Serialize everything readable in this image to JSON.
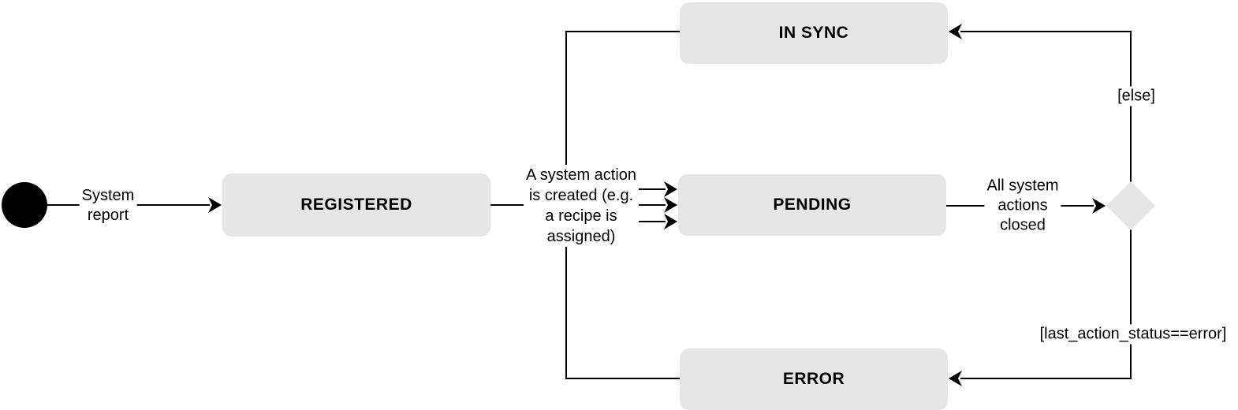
{
  "diagram": {
    "kind": "uml-state-machine",
    "colors": {
      "node_fill": "#e6e6e6",
      "line": "#000000",
      "text": "#000000",
      "background": "#ffffff",
      "label_background": "#ffffff"
    },
    "nodes": {
      "initial": {
        "type": "initial-state"
      },
      "registered": {
        "label": "REGISTERED"
      },
      "in_sync": {
        "label": "IN SYNC"
      },
      "pending": {
        "label": "PENDING"
      },
      "error": {
        "label": "ERROR"
      },
      "choice": {
        "type": "choice-diamond"
      }
    },
    "edge_labels": {
      "system_report": "System\nreport",
      "action_created": "A system action\nis created (e.g.\na recipe is\nassigned)",
      "actions_closed": "All system\nactions\nclosed",
      "else_guard": "[else]",
      "error_guard": "[last_action_status==error]"
    },
    "edges": [
      {
        "from": "initial",
        "to": "registered",
        "label_key": "system_report"
      },
      {
        "from": "registered",
        "to": "pending",
        "label_key": "action_created"
      },
      {
        "from": "in_sync",
        "to": "pending",
        "label_key": ""
      },
      {
        "from": "error",
        "to": "pending",
        "label_key": ""
      },
      {
        "from": "pending",
        "to": "choice",
        "label_key": "actions_closed"
      },
      {
        "from": "choice",
        "to": "in_sync",
        "label_key": "else_guard"
      },
      {
        "from": "choice",
        "to": "error",
        "label_key": "error_guard"
      }
    ]
  }
}
